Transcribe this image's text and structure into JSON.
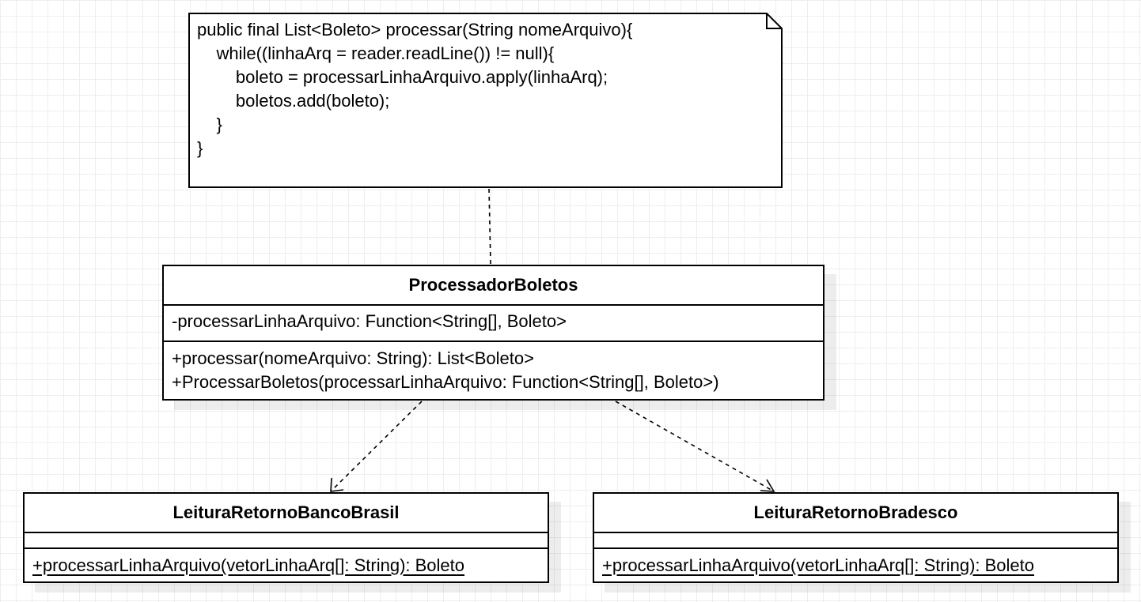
{
  "note": {
    "code_lines": [
      "public final List<Boleto> processar(String nomeArquivo){",
      "    while((linhaArq = reader.readLine()) != null){",
      "        boleto = processarLinhaArquivo.apply(linhaArq);",
      "        boletos.add(boleto);",
      "    }",
      "}"
    ]
  },
  "classes": {
    "processador": {
      "name": "ProcessadorBoletos",
      "attributes": [
        "-processarLinhaArquivo: Function<String[], Boleto>"
      ],
      "methods": [
        "+processar(nomeArquivo: String): List<Boleto>",
        "+ProcessarBoletos(processarLinhaArquivo: Function<String[], Boleto>)"
      ]
    },
    "banco_brasil": {
      "name": "LeituraRetornoBancoBrasil",
      "methods": [
        "+processarLinhaArquivo(vetorLinhaArq[]: String): Boleto"
      ]
    },
    "bradesco": {
      "name": "LeituraRetornoBradesco",
      "methods": [
        "+processarLinhaArquivo(vetorLinhaArq[]: String): Boleto"
      ]
    }
  }
}
